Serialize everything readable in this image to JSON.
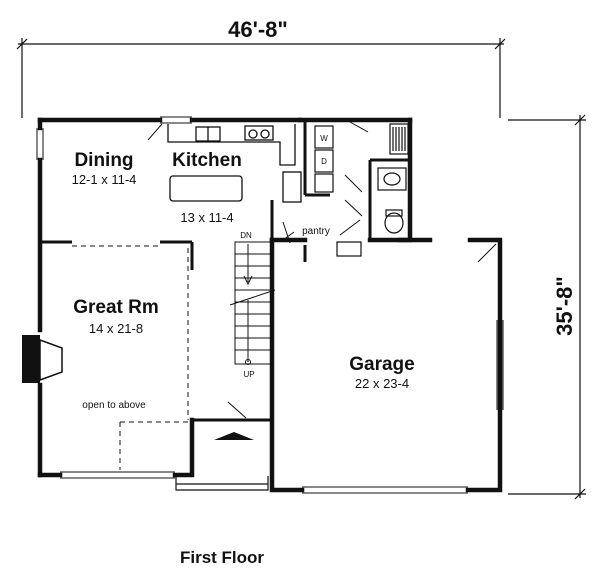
{
  "dimensions": {
    "width": "46'-8\"",
    "depth": "35'-8\""
  },
  "rooms": {
    "dining": {
      "name": "Dining",
      "size": "12-1 x 11-4"
    },
    "kitchen": {
      "name": "Kitchen",
      "size": "13 x 11-4"
    },
    "great_room": {
      "name": "Great Rm",
      "size": "14 x 21-8",
      "note": "open to above"
    },
    "garage": {
      "name": "Garage",
      "size": "22 x 23-4"
    },
    "pantry": {
      "name": "pantry"
    }
  },
  "stairs": {
    "down": "DN",
    "up": "UP"
  },
  "laundry": {
    "washer": "W",
    "dryer": "D"
  },
  "caption": "First Floor"
}
